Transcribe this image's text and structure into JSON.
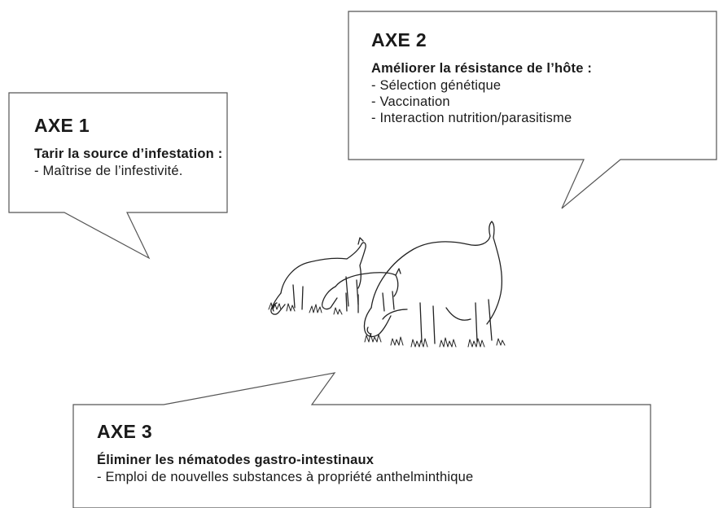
{
  "axes": [
    {
      "title": "AXE 1",
      "subtitle": "Tarir la source d’infestation :",
      "items": [
        "- Maîtrise de l’infestivité."
      ]
    },
    {
      "title": "AXE 2",
      "subtitle": "Améliorer la résistance de l’hôte :",
      "items": [
        "- Sélection génétique",
        "- Vaccination",
        "- Interaction nutrition/parasitisme"
      ]
    },
    {
      "title": "AXE 3",
      "subtitle": "Éliminer les nématodes gastro-intestinaux",
      "items": [
        "- Emploi de nouvelles substances à propriété anthelminthique"
      ]
    }
  ],
  "illustration": {
    "icon": "grazing-goats-icon"
  }
}
